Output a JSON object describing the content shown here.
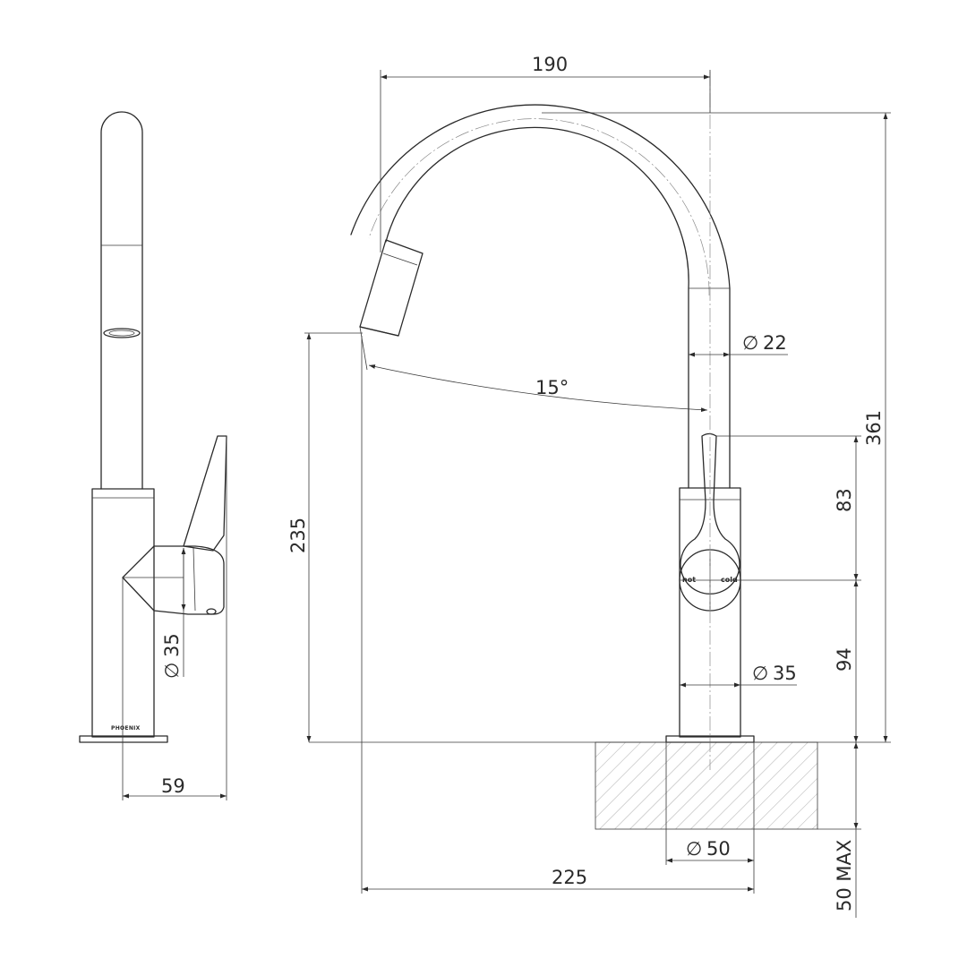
{
  "dimensions": {
    "width_top": "190",
    "height_total": "361",
    "spout_diameter": "22",
    "angle": "15°",
    "spout_height": "235",
    "lever_height": "83",
    "body_height": "94",
    "body_diameter_front": "35",
    "body_diameter_side": "35",
    "side_depth": "59",
    "base_diameter": "50",
    "reach": "225",
    "mount_thickness": "50 MAX"
  },
  "labels": {
    "hot": "hot",
    "cold": "cold",
    "brand": "PHOENIX",
    "diameter_symbol": "∅"
  },
  "colors": {
    "line": "#2a2a2a",
    "hatch": "#8a8a8a"
  }
}
